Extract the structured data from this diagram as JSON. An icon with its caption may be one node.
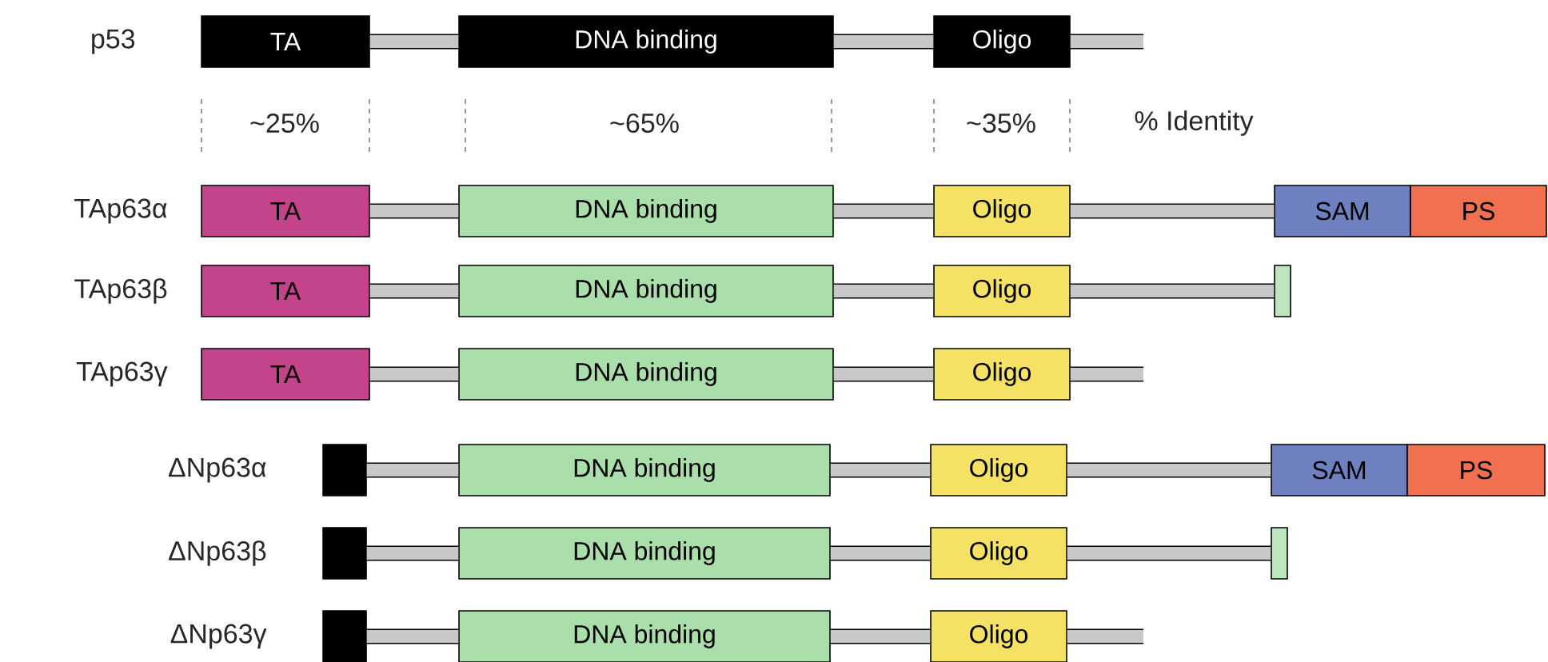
{
  "diagram": {
    "nodes": [
      {
        "text": [
          "TA"
        ]
      },
      {
        "text": [
          "DNA binding"
        ]
      },
      {
        "text": [
          "Oligo"
        ]
      },
      {
        "text": [
          "TA"
        ]
      },
      {
        "text": [
          "DNA binding"
        ]
      },
      {
        "text": [
          "Oligo"
        ]
      },
      {
        "text": [
          "SAM"
        ]
      },
      {
        "text": [
          "PS"
        ]
      },
      {
        "text": [
          "TA"
        ]
      },
      {
        "text": [
          "DNA binding"
        ]
      },
      {
        "text": [
          "Oligo"
        ]
      },
      {
        "text": [],
        "shape": "box"
      },
      {
        "text": [
          "TA"
        ]
      },
      {
        "text": [
          "DNA binding"
        ]
      },
      {
        "text": [
          "Oligo"
        ]
      },
      {
        "text": [],
        "shape": "box"
      },
      {
        "text": [
          "DNA binding"
        ]
      },
      {
        "text": [
          "Oligo"
        ]
      },
      {
        "text": [
          "SAM"
        ]
      },
      {
        "text": [
          "PS"
        ]
      },
      {
        "text": [],
        "shape": "box"
      },
      {
        "text": [
          "DNA binding"
        ]
      },
      {
        "text": [
          "Oligo"
        ]
      },
      {
        "text": [],
        "shape": "box"
      },
      {
        "text": [],
        "shape": "box"
      },
      {
        "text": [
          "DNA binding"
        ]
      },
      {
        "text": [
          "Oligo"
        ]
      }
    ],
    "edges": [
      {
        "from": 0,
        "to": 1,
        "arrow": "none"
      },
      {
        "from": 1,
        "to": 2,
        "arrow": "none"
      },
      {
        "from": 2,
        "to": null,
        "arrow": "none"
      },
      {
        "from": 3,
        "to": 4,
        "arrow": "none"
      },
      {
        "from": 4,
        "to": 5,
        "arrow": "none"
      },
      {
        "from": 5,
        "to": 6,
        "arrow": "none"
      },
      {
        "from": 8,
        "to": 9,
        "arrow": "none"
      },
      {
        "from": 9,
        "to": 10,
        "arrow": "none"
      },
      {
        "from": 10,
        "to": 11,
        "arrow": "none"
      },
      {
        "from": 12,
        "to": 13,
        "arrow": "none"
      },
      {
        "from": 13,
        "to": 14,
        "arrow": "none"
      },
      {
        "from": 14,
        "to": null,
        "arrow": "none"
      },
      {
        "from": 15,
        "to": 16,
        "arrow": "none"
      },
      {
        "from": 16,
        "to": 17,
        "arrow": "none"
      },
      {
        "from": 17,
        "to": 18,
        "arrow": "none"
      },
      {
        "from": 20,
        "to": 21,
        "arrow": "none"
      },
      {
        "from": 21,
        "to": 22,
        "arrow": "none"
      },
      {
        "from": 22,
        "to": 23,
        "arrow": "none"
      },
      {
        "from": 24,
        "to": 25,
        "arrow": "none"
      },
      {
        "from": 25,
        "to": 26,
        "arrow": "none"
      },
      {
        "from": 26,
        "to": null,
        "arrow": "none"
      }
    ],
    "labels": [
      "p53",
      "~25%",
      "~65%",
      "~35%",
      "% Identity",
      "TAp63α",
      "TAp63β",
      "TAp63γ",
      "ΔNp63α",
      "ΔNp63β",
      "ΔNp63γ"
    ]
  }
}
